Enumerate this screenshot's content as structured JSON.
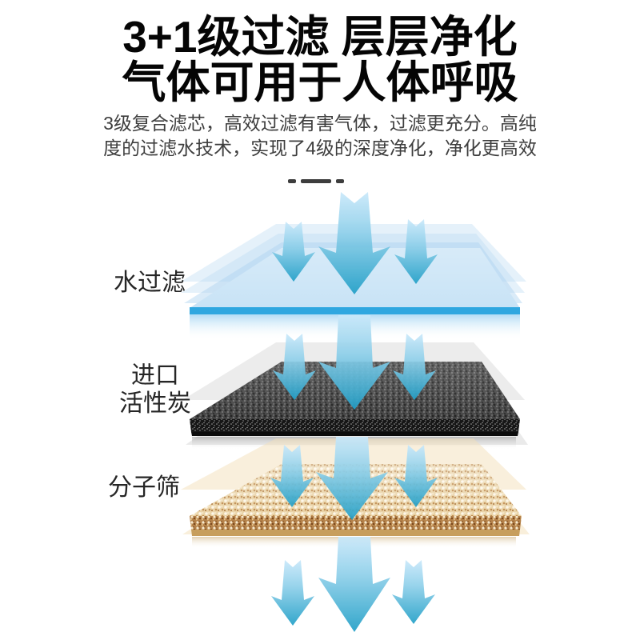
{
  "title": {
    "line1": "3+1级过滤 层层净化",
    "line2": "气体可用于人体呼吸"
  },
  "subtitle": {
    "line1": "3级复合滤芯，高效过滤有害气体，过滤更充分。高纯",
    "line2": "度的过滤水技术，实现了4级的深度净化，净化更高效"
  },
  "icons": {
    "divider": "dash-divider-icon",
    "flow": "down-arrow-icon"
  },
  "diagram": {
    "layers": [
      {
        "name": "water-filter",
        "label": "水过滤",
        "color": "#2fa7e0"
      },
      {
        "name": "activated-carbon",
        "label_line1": "进口",
        "label_line2": "活性炭",
        "color": "#1c1c1c"
      },
      {
        "name": "molecular-sieve",
        "label": "分子筛",
        "color": "#d9b583"
      }
    ],
    "arrow_gradient": {
      "top": "#c9e8fa",
      "bottom": "#219fc7"
    }
  },
  "colors": {
    "background": "#ffffff",
    "title_text": "#050505",
    "subtitle_text": "#3e3e3e",
    "label_text": "#262626",
    "divider": "#3d3d3d"
  }
}
